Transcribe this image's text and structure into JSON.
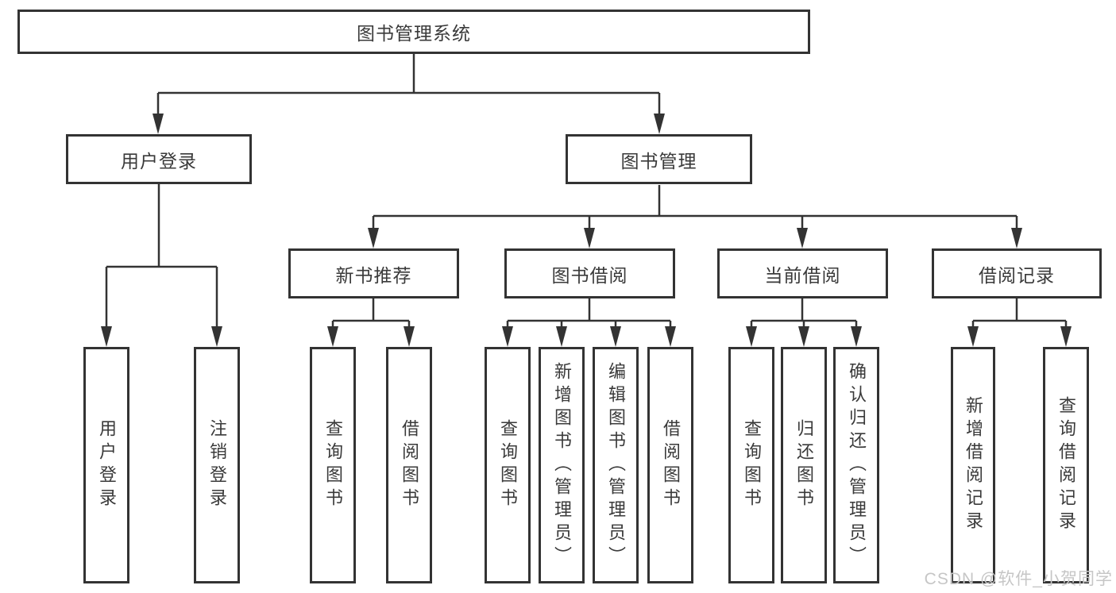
{
  "diagram": {
    "root": {
      "label": "图书管理系统"
    },
    "user_login": {
      "label": "用户登录",
      "children": [
        {
          "label": "用户登录"
        },
        {
          "label": "注销登录"
        }
      ]
    },
    "book_mgmt": {
      "label": "图书管理",
      "groups": [
        {
          "label": "新书推荐",
          "children": [
            {
              "label": "查询图书"
            },
            {
              "label": "借阅图书"
            }
          ]
        },
        {
          "label": "图书借阅",
          "children": [
            {
              "label": "查询图书"
            },
            {
              "label": "新增图书（管理员）"
            },
            {
              "label": "编辑图书（管理员）"
            },
            {
              "label": "借阅图书"
            }
          ]
        },
        {
          "label": "当前借阅",
          "children": [
            {
              "label": "查询图书"
            },
            {
              "label": "归还图书"
            },
            {
              "label": "确认归还（管理员）"
            }
          ]
        },
        {
          "label": "借阅记录",
          "children": [
            {
              "label": "新增借阅记录"
            },
            {
              "label": "查询借阅记录"
            }
          ]
        }
      ]
    }
  },
  "watermark": {
    "text": "CSDN @软件_小贺同学"
  },
  "colors": {
    "line": "#333333",
    "box_border": "#333333",
    "text": "#3a3a3a",
    "watermark": "#c6c6c6",
    "background": "#ffffff"
  }
}
